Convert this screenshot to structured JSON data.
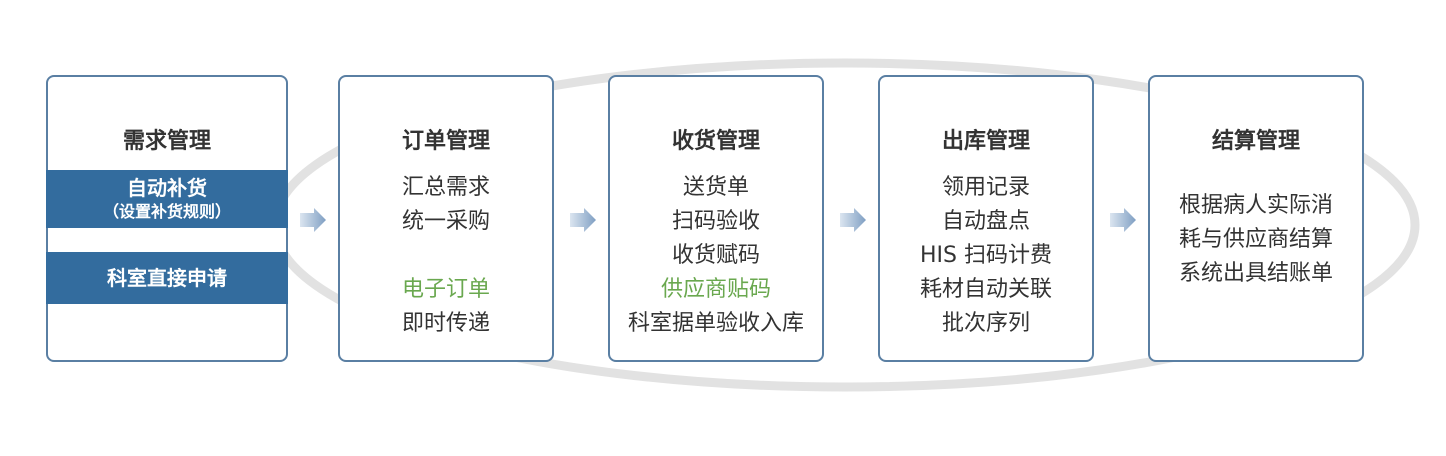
{
  "colors": {
    "box_border": "#5a7fa3",
    "band_fill": "#336c9e",
    "highlight_text": "#6aa84f",
    "ring": "#e2e2e2",
    "arrow": "#9bb4cf"
  },
  "boxes": [
    {
      "title": "需求管理",
      "band1_main": "自动补货",
      "band1_sub": "（设置补货规则）",
      "band2": "科室直接申请"
    },
    {
      "title": "订单管理",
      "lines": [
        "汇总需求",
        "统一采购",
        "",
        "电子订单",
        "即时传递"
      ]
    },
    {
      "title": "收货管理",
      "lines": [
        "送货单",
        "扫码验收",
        "收货赋码",
        "供应商贴码",
        "科室据单验收入库"
      ]
    },
    {
      "title": "出库管理",
      "lines": [
        "领用记录",
        "自动盘点",
        "HIS 扫码计费",
        "耗材自动关联",
        "批次序列"
      ]
    },
    {
      "title": "结算管理",
      "lines": [
        "根据病人实际消",
        "耗与供应商结算",
        "系统出具结账单"
      ]
    }
  ]
}
